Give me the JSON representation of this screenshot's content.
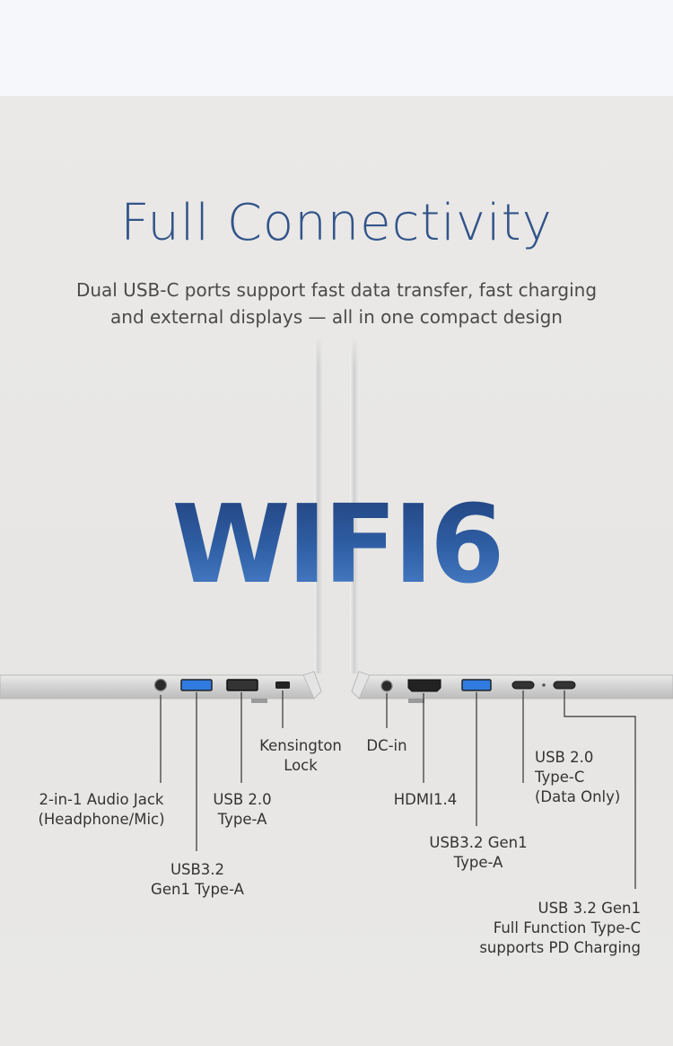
{
  "headline": "Full Connectivity",
  "subheadline": {
    "line1": "Dual USB-C ports support fast data transfer, fast charging",
    "line2": "and external displays — all in one compact design"
  },
  "feature_text": "WIFI6",
  "colors": {
    "accent": "#32548a",
    "feature_gradient_top": "#203f7a",
    "feature_gradient_bottom": "#4e86cf",
    "port_usb3_blue": "#2f7be0",
    "body_silver": "#c9c9c9"
  },
  "left_side_ports": [
    {
      "id": "audio-jack",
      "lines": [
        "2-in-1 Audio Jack",
        "(Headphone/Mic)"
      ]
    },
    {
      "id": "usb32-a",
      "lines": [
        "USB3.2",
        "Gen1 Type-A"
      ]
    },
    {
      "id": "usb20-a",
      "lines": [
        "USB 2.0",
        "Type-A"
      ]
    },
    {
      "id": "kensington",
      "lines": [
        "Kensington",
        "Lock"
      ]
    }
  ],
  "right_side_ports": [
    {
      "id": "dc-in",
      "lines": [
        "DC-in"
      ]
    },
    {
      "id": "hdmi",
      "lines": [
        "HDMI1.4"
      ]
    },
    {
      "id": "usb32-a-right",
      "lines": [
        "USB3.2 Gen1",
        "Type-A"
      ]
    },
    {
      "id": "usb20-c",
      "lines": [
        "USB 2.0",
        "Type-C",
        "(Data Only)"
      ]
    },
    {
      "id": "usb32-c-full",
      "lines": [
        "USB 3.2 Gen1",
        "Full Function Type-C",
        "supports PD Charging"
      ]
    }
  ]
}
